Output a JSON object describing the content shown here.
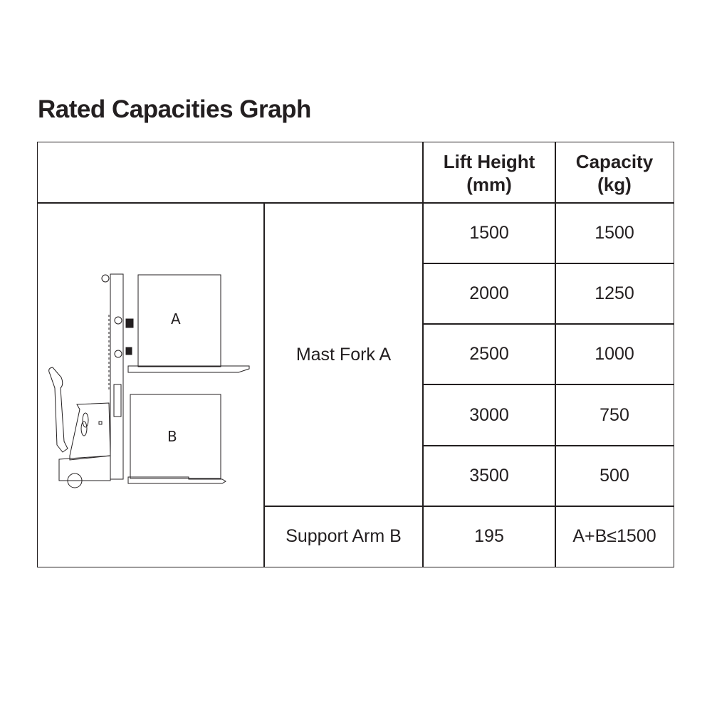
{
  "title": "Rated Capacities Graph",
  "headers": {
    "lift_height": "Lift Height (mm)",
    "capacity": "Capacity (kg)"
  },
  "illustration": {
    "label_a": "A",
    "label_b": "B"
  },
  "mast_fork": {
    "label": "Mast Fork A",
    "rows": [
      {
        "lift_height": "1500",
        "capacity": "1500"
      },
      {
        "lift_height": "2000",
        "capacity": "1250"
      },
      {
        "lift_height": "2500",
        "capacity": "1000"
      },
      {
        "lift_height": "3000",
        "capacity": "750"
      },
      {
        "lift_height": "3500",
        "capacity": "500"
      }
    ]
  },
  "support_arm": {
    "label": "Support Arm B",
    "lift_height": "195",
    "capacity": "A+B≤1500"
  }
}
